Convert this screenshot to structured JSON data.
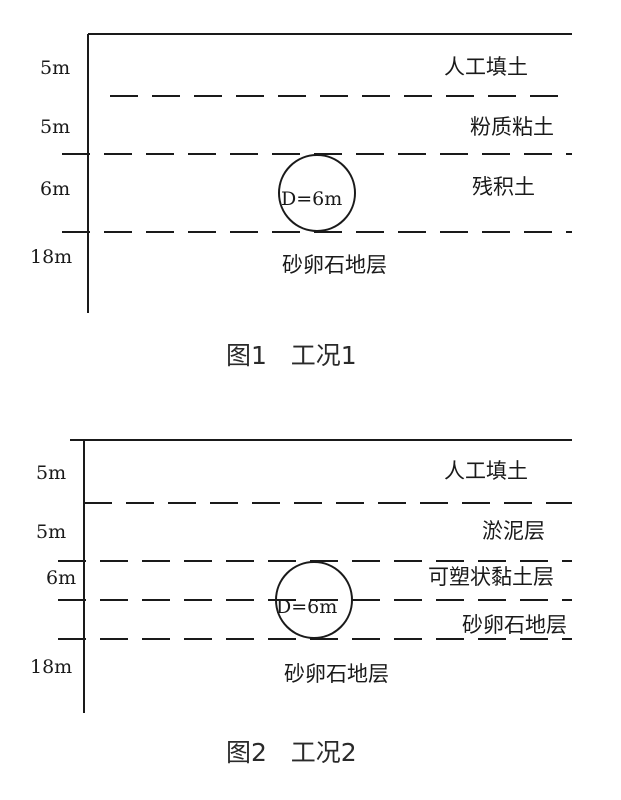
{
  "figure1": {
    "caption": "图1   工况1",
    "depths": [
      "5m",
      "5m",
      "6m",
      "18m"
    ],
    "layers": [
      "人工填土",
      "粉质粘土",
      "残积土"
    ],
    "bottom_layer": "砂卵石地层",
    "tunnel_label": "D=6m"
  },
  "figure2": {
    "caption": "图2   工况2",
    "depths": [
      "5m",
      "5m",
      "6m",
      "18m"
    ],
    "layers": [
      "人工填土",
      "淤泥层",
      "可塑状黏土层",
      "砂卵石地层"
    ],
    "bottom_layer": "砂卵石地层",
    "tunnel_label": "D=6m"
  }
}
